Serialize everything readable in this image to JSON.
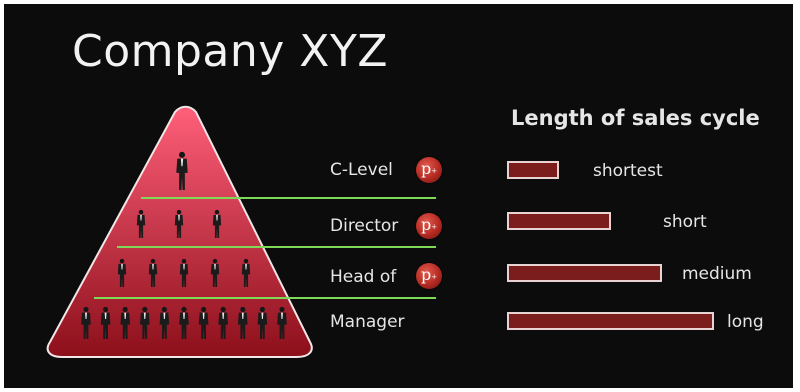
{
  "title": "Company XYZ",
  "subtitle": "Length of sales cycle",
  "levels": [
    {
      "label": "C-Level",
      "badge": "p",
      "cycle": "shortest",
      "people": 1
    },
    {
      "label": "Director",
      "badge": "p",
      "cycle": "short",
      "people": 3
    },
    {
      "label": "Head of",
      "badge": "p",
      "cycle": "medium",
      "people": 5
    },
    {
      "label": "Manager",
      "badge": "",
      "cycle": "long",
      "people": 11
    }
  ],
  "cycle_lengths": [
    1,
    2,
    3,
    4
  ],
  "colors": {
    "background": "#0d0c0c",
    "pyramid_top": "#ff5f7a",
    "pyramid_bottom": "#8c0f1a",
    "divider": "#7ed957",
    "bar_fill": "#7b1d1d",
    "bar_border": "#e9d2d2",
    "text": "#e6e6e6",
    "badge": "#c0392b"
  },
  "icons": {
    "people": "person-silhouette-icon",
    "badge": "p-logo-badge-icon"
  }
}
